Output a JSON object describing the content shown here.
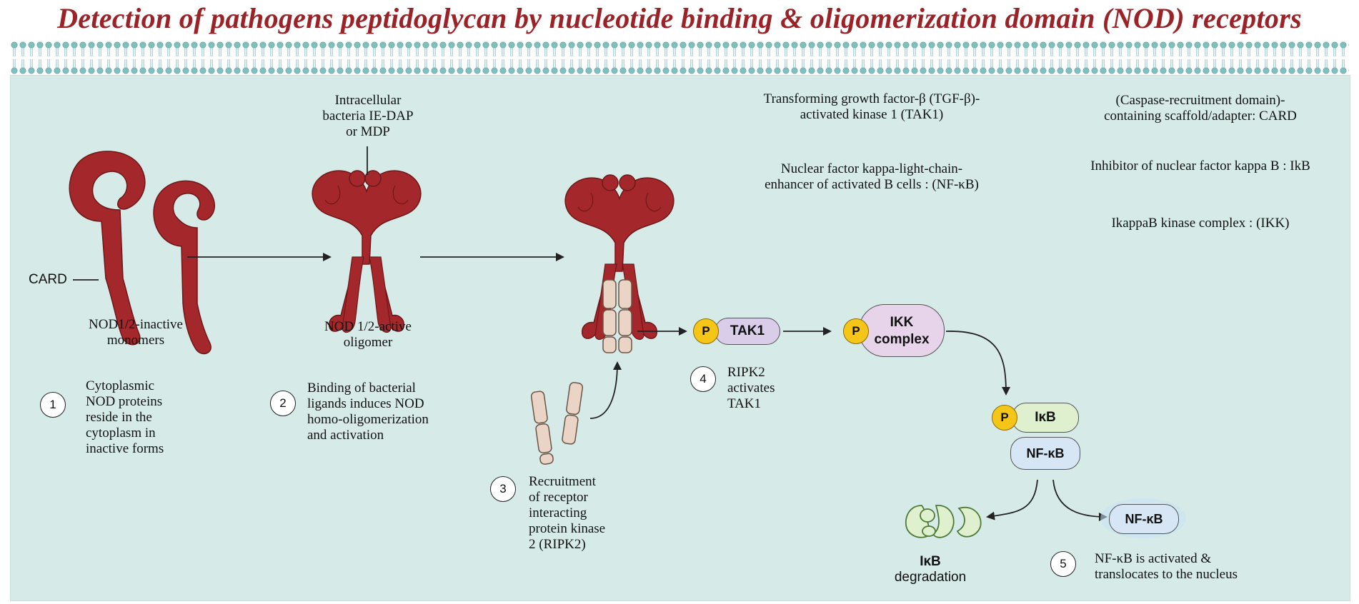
{
  "title": "Detection of pathogens peptidoglycan by nucleotide binding & oligomerization domain (NOD) receptors",
  "labels": {
    "card": "CARD",
    "ligand_line1": "Intracellular",
    "ligand_line2": "bacteria IE-DAP",
    "ligand_line3": "or MDP",
    "inactive_line1": "NOD1/2-inactive",
    "inactive_line2": "monomers",
    "active_line1": "NOD 1/2-active",
    "active_line2": "oligomer",
    "ikb_deg_line1": "IκB",
    "ikb_deg_line2": "degradation"
  },
  "steps": [
    {
      "number": "1",
      "lines": [
        "Cytoplasmic",
        "NOD proteins",
        "reside in the",
        "cytoplasm in",
        "inactive forms"
      ]
    },
    {
      "number": "2",
      "lines": [
        "Binding of bacterial",
        "ligands induces NOD",
        "homo-oligomerization",
        "and activation"
      ]
    },
    {
      "number": "3",
      "lines": [
        "Recruitment",
        "of  receptor",
        "interacting",
        "protein kinase",
        "2 (RIPK2)"
      ]
    },
    {
      "number": "4",
      "lines": [
        "RIPK2",
        "activates",
        "TAK1"
      ]
    },
    {
      "number": "5",
      "lines": [
        "NF-κB is activated &",
        "translocates to the nucleus"
      ]
    }
  ],
  "proteins": {
    "tak1": "TAK1",
    "ikk_line1": "IKK",
    "ikk_line2": "complex",
    "ikb": "IκB",
    "nfkb": "NF-κB",
    "nfkb_free": "NF-κB",
    "phospho": "P"
  },
  "glossary": [
    [
      "Transforming growth factor-β (TGF-β)-",
      "activated kinase 1 (TAK1)"
    ],
    [
      "Nuclear factor kappa-light-chain-",
      "enhancer of activated B cells : (NF-κB)"
    ],
    [
      "(Caspase-recruitment domain)-",
      "containing scaffold/adapter: CARD"
    ],
    [
      "Inhibitor of nuclear factor kappa B : IkB"
    ],
    [
      "IkappaB kinase complex : (IKK)"
    ]
  ],
  "colors": {
    "title": "#9b2226",
    "nod_protein": "#a4282b",
    "panel_bg": "#d6ebe8",
    "membrane": "#7fbfbe",
    "tak1_fill": "#d9cdea",
    "ikk_fill": "#e7d4ea",
    "ikb_fill": "#dff0cf",
    "nfkb_fill": "#d6e6f5",
    "ripk2_fill": "#e9d4c6",
    "phospho_fill": "#f5c518"
  }
}
